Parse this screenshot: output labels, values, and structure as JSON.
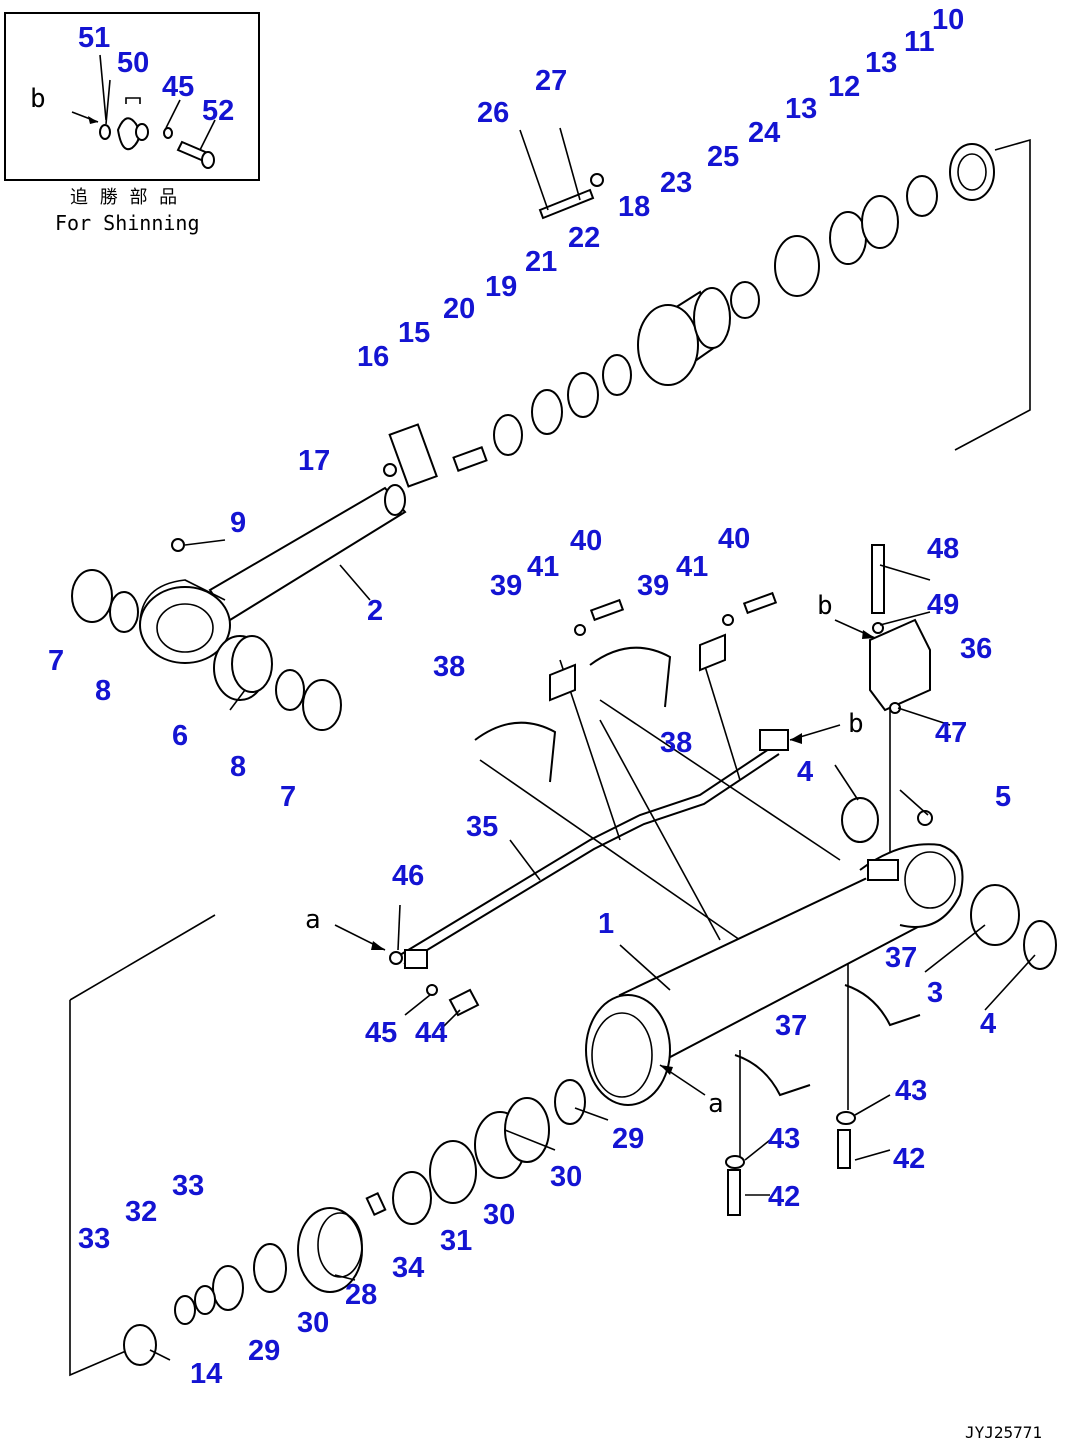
{
  "inset": {
    "caption_jp": "追 勝 部 品",
    "caption_en": "For Shinning",
    "callouts": [
      "51",
      "50",
      "45",
      "52"
    ],
    "ref": "b"
  },
  "callouts": {
    "c1": "1",
    "c2": "2",
    "c3": "3",
    "c4a": "4",
    "c4b": "4",
    "c5": "5",
    "c6": "6",
    "c7a": "7",
    "c7b": "7",
    "c8a": "8",
    "c8b": "8",
    "c9": "9",
    "c10": "10",
    "c11": "11",
    "c12": "12",
    "c13a": "13",
    "c13b": "13",
    "c14": "14",
    "c15": "15",
    "c16": "16",
    "c17": "17",
    "c18": "18",
    "c19": "19",
    "c20": "20",
    "c21": "21",
    "c22": "22",
    "c23": "23",
    "c24": "24",
    "c25": "25",
    "c26": "26",
    "c27": "27",
    "c28": "28",
    "c29a": "29",
    "c29b": "29",
    "c30a": "30",
    "c30b": "30",
    "c30c": "30",
    "c31": "31",
    "c32": "32",
    "c33a": "33",
    "c33b": "33",
    "c34": "34",
    "c35": "35",
    "c36": "36",
    "c37a": "37",
    "c37b": "37",
    "c38a": "38",
    "c38b": "38",
    "c39a": "39",
    "c39b": "39",
    "c40a": "40",
    "c40b": "40",
    "c41a": "41",
    "c41b": "41",
    "c42a": "42",
    "c42b": "42",
    "c43a": "43",
    "c43b": "43",
    "c44": "44",
    "c45": "45",
    "c46": "46",
    "c47": "47",
    "c48": "48",
    "c49": "49"
  },
  "refs": {
    "a1": "a",
    "a2": "a",
    "b1": "b",
    "b2": "b"
  },
  "drawing_code": "JYJ25771",
  "colors": {
    "callout": "#1414d2",
    "line": "#000000"
  }
}
